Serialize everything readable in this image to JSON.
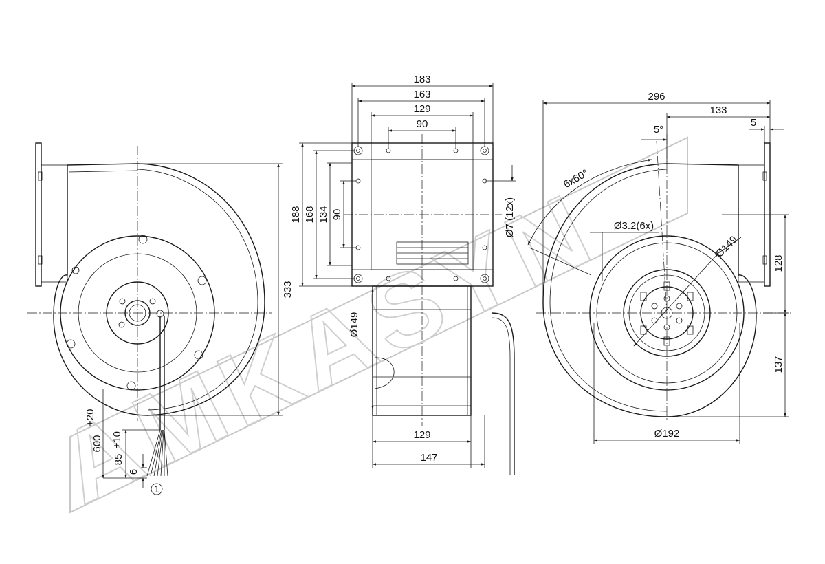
{
  "watermark": "AMKASYN",
  "views": {
    "left": {
      "dim_height": "333",
      "cable_length": "600",
      "cable_length_tol": "+20",
      "strip_length": "85",
      "strip_length_tol": "±10",
      "strip_end": "6",
      "callout": "1"
    },
    "middle": {
      "dim_top_1": "183",
      "dim_top_2": "163",
      "dim_top_3": "129",
      "dim_top_4": "90",
      "dim_v_1": "188",
      "dim_v_2": "168",
      "dim_v_3": "134",
      "dim_v_4": "90",
      "hole": "Ø7 (12x)",
      "wheel_dia": "Ø149",
      "dim_bottom_1": "129",
      "dim_bottom_2": "147"
    },
    "right": {
      "dim_top_1": "296",
      "dim_top_2": "133",
      "dim_top_3": "5",
      "angle": "5°",
      "bolt_pattern": "6x60°",
      "holes": "Ø3.2(6x)",
      "circle_dia": "Ø149",
      "dim_right_1": "128",
      "dim_right_2": "137",
      "dim_bottom": "Ø192"
    }
  }
}
